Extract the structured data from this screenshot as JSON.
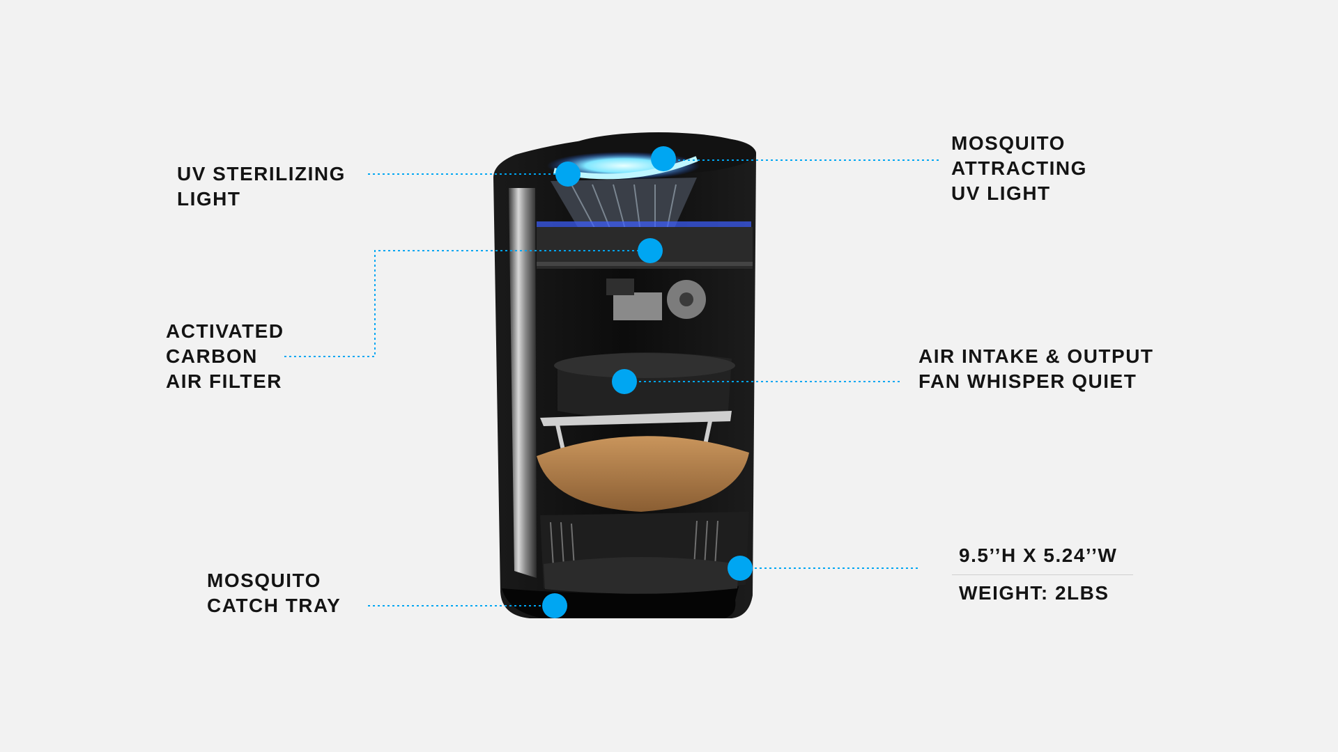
{
  "accent_color": "#00a6f2",
  "product": {
    "device": "uv-mosquito-trap-cutaway"
  },
  "callouts": {
    "uv_sterilizing": [
      "UV STERILIZING",
      "LIGHT"
    ],
    "mosquito_attracting": [
      "MOSQUITO",
      "ATTRACTING",
      "UV LIGHT"
    ],
    "carbon_filter": [
      "ACTIVATED",
      "CARBON",
      "AIR FILTER"
    ],
    "fan": [
      "AIR INTAKE & OUTPUT",
      "FAN WHISPER QUIET"
    ],
    "catch_tray": [
      "MOSQUITO",
      "CATCH TRAY"
    ]
  },
  "specs": {
    "dimensions": "9.5’’H X 5.24’’W",
    "weight": "WEIGHT: 2LBS"
  }
}
